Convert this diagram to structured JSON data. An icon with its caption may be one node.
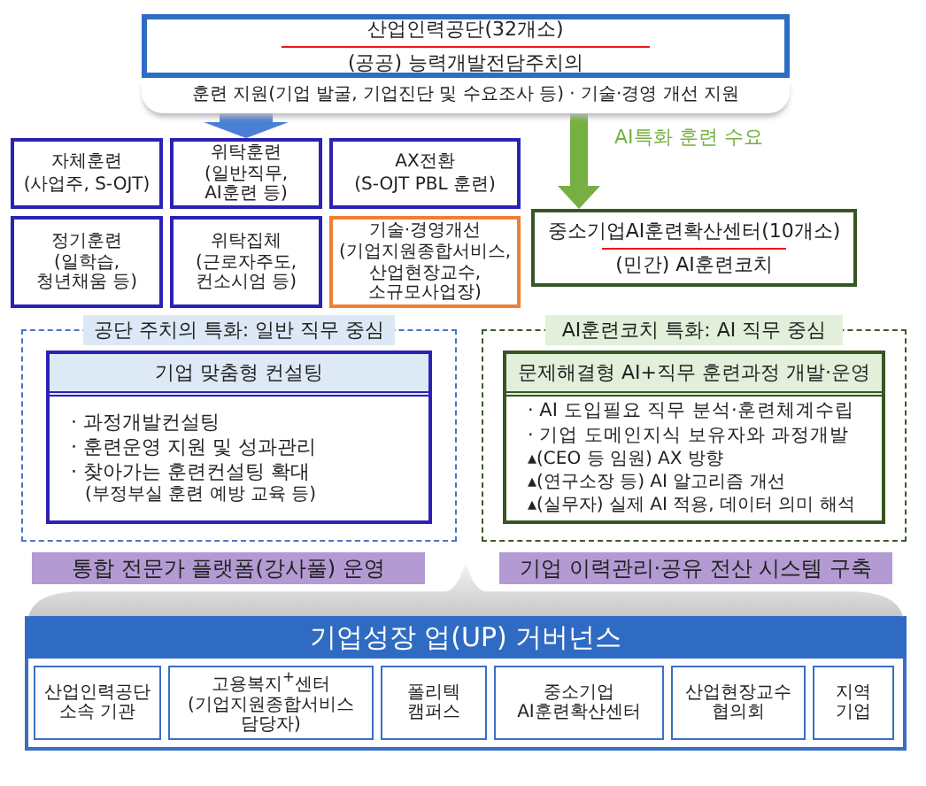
{
  "diagram": {
    "nodes": [
      {
        "text": [
          "산업인력공단(32개소)",
          "(공공) 능력개발전담주치의"
        ]
      },
      {
        "text": [
          "훈련 지원(기업 발굴, 기업진단 및 수요조사 등) · 기술·경영 개선 지원"
        ]
      },
      {
        "text": [
          "자체훈련",
          "(사업주, S-OJT)"
        ]
      },
      {
        "text": [
          "위탁훈련",
          "(일반직무, AI훈련 등)"
        ]
      },
      {
        "text": [
          "AX전환",
          "(S-OJT PBL 훈련)"
        ]
      },
      {
        "text": [
          "정기훈련",
          "(일학습, 청년채움 등)"
        ]
      },
      {
        "text": [
          "위탁집체",
          "(근로자주도, 컨소시엄 등)"
        ]
      },
      {
        "text": [
          "기술·경영개선",
          "(기업지원종합서비스, 산업현장교수, 소규모사업장)"
        ]
      },
      {
        "text": [
          "중소기업AI훈련확산센터(10개소)",
          "(민간) AI훈련코치"
        ]
      },
      {
        "text": [
          "공단 주치의 특화: 일반 직무 중심"
        ]
      },
      {
        "text": [
          "기업 맞춤형 컨설팅",
          "· 과정개발컨설팅",
          "· 훈련운영 지원 및 성과관리",
          "· 찾아가는 훈련컨설팅 확대",
          "(부정부실 훈련 예방 교육 등)"
        ],
        "in": 9
      },
      {
        "text": [
          "AI훈련코치 특화: AI 직무 중심"
        ]
      },
      {
        "text": [
          "문제해결형 AI+직무 훈련과정 개발·운영",
          "· AI 도입필요 직무 분석·훈련체계수립",
          "· 기업 도메인지식 보유자와 과정개발",
          "▴(CEO 등 임원) AX 방향",
          "▴(연구소장 등) AI 알고리즘 개선",
          "▴(실무자) 실제 AI 적용, 데이터 의미 해석"
        ],
        "in": 11
      },
      {
        "text": [
          "통합 전문가 플랫폼(강사풀) 운영"
        ]
      },
      {
        "text": [
          "기업 이력관리·공유 전산 시스템 구축"
        ]
      },
      {
        "text": [],
        "shape": "bracket"
      },
      {
        "text": [
          "기업성장 업(UP) 거버넌스"
        ]
      },
      {
        "text": [
          "산업인력공단",
          "소속 기관"
        ],
        "in": 16
      },
      {
        "text": [
          "고용복지$^{+}$센터",
          "(기업지원종합서비스 담당자)"
        ],
        "in": 16
      },
      {
        "text": [
          "폴리텍",
          "캠퍼스"
        ],
        "in": 16
      },
      {
        "text": [
          "중소기업",
          "AI훈련확산센터"
        ],
        "in": 16
      },
      {
        "text": [
          "산업현장교수",
          "협의회"
        ],
        "in": 16
      },
      {
        "text": [
          "지역",
          "기업"
        ],
        "in": 16
      }
    ],
    "edges": [
      {
        "from": 1,
        "to": 3,
        "arrow": "to",
        "style": "thick",
        "color": "#4a7fd6"
      },
      {
        "from": 1,
        "to": 8,
        "arrow": "to",
        "label": "AI특화 훈련 수요",
        "color": "#76b043"
      }
    ]
  }
}
